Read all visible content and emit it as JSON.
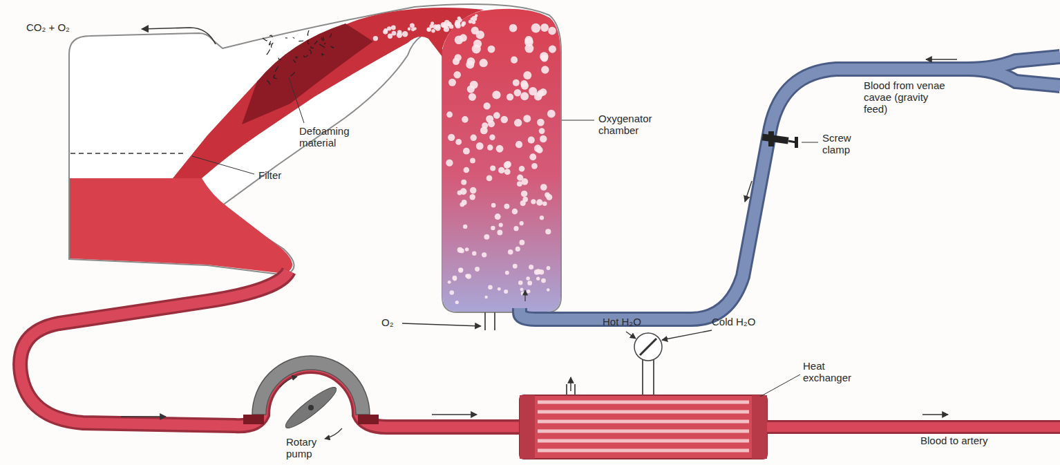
{
  "diagram": {
    "labels": [
      "CO₂ + O₂",
      "Defoaming material",
      "Filter",
      "Oxygenator chamber",
      "Blood from venae cavae (gravity feed)",
      "Screw clamp",
      "O₂",
      "Hot H₂O",
      "Cold H₂O",
      "Heat exchanger",
      "Rotary pump",
      "Blood to artery"
    ]
  }
}
